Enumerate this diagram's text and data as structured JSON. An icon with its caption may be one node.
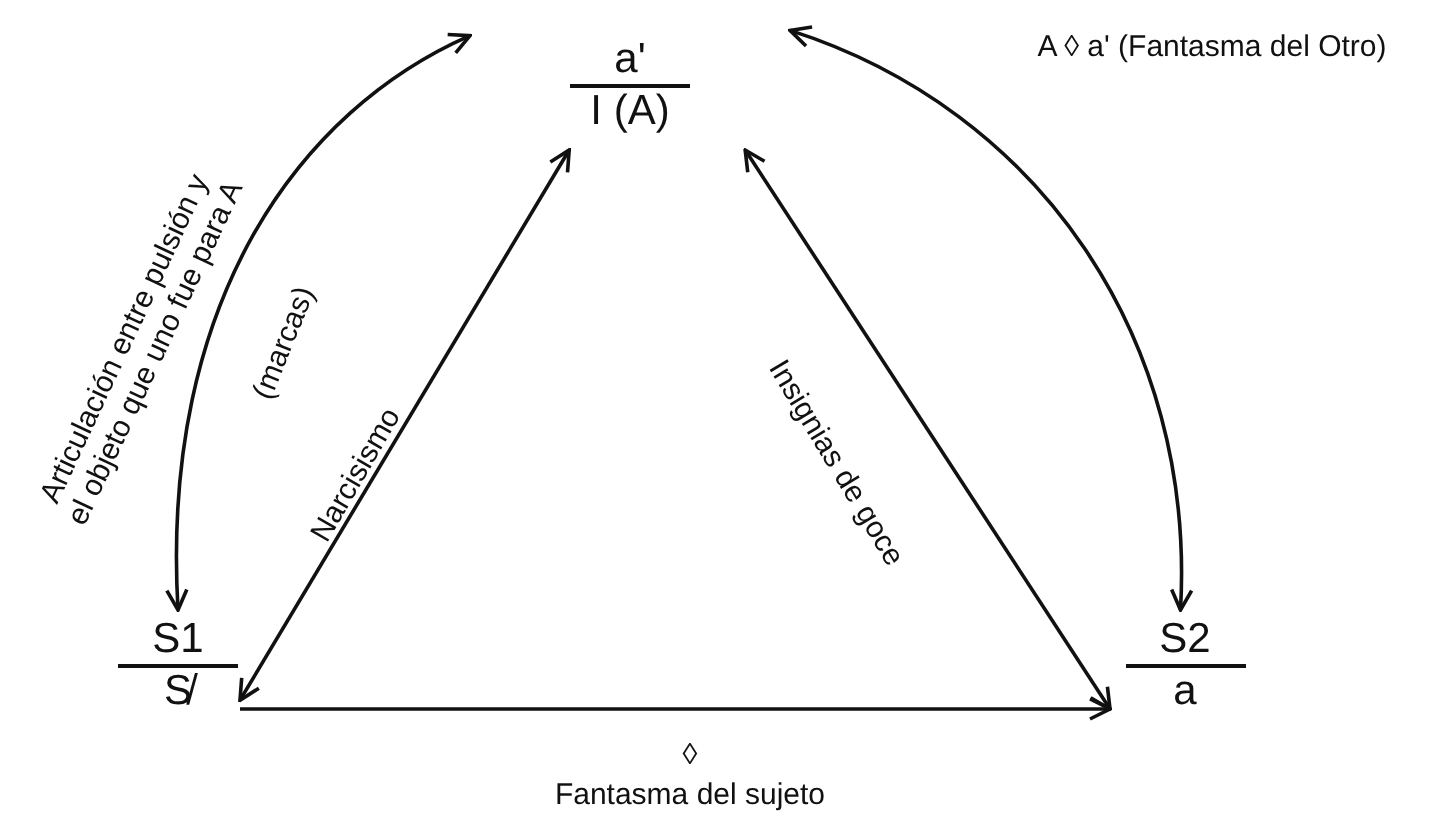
{
  "diagram": {
    "nodes": [
      {
        "text": [
          "a'",
          "I (A)"
        ]
      },
      {
        "text": [
          "S1",
          "S̸"
        ]
      },
      {
        "text": [
          "S2",
          "a"
        ]
      }
    ],
    "edges": [
      {
        "from": 1,
        "to": 0,
        "arrow": "both",
        "label": "Articulación entre pulsión y el objeto que uno fue para A"
      },
      {
        "from": 1,
        "to": 0,
        "arrow": "both",
        "label": "Narcisismo"
      },
      {
        "from": 0,
        "to": 2,
        "arrow": "both",
        "label": "Insignias de goce"
      },
      {
        "from": 0,
        "to": 2,
        "arrow": "both",
        "label": "A ◊ a' (Fantasma del Otro)"
      },
      {
        "from": 1,
        "to": 2,
        "arrow": "to",
        "label": "◊"
      }
    ],
    "labels": [
      "(marcas)",
      "Fantasma del sujeto"
    ]
  }
}
